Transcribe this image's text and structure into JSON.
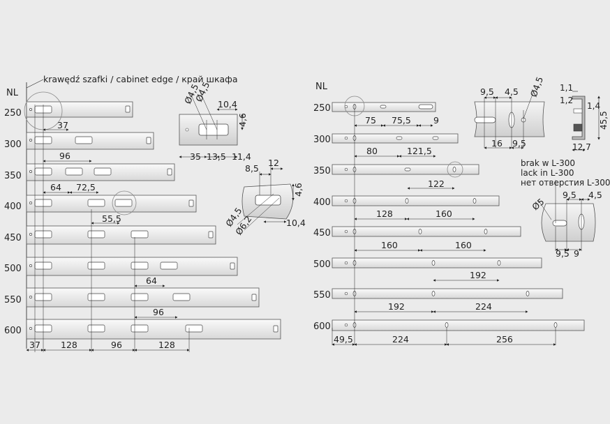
{
  "edge_label": "krawędź szafki / cabinet edge / край шкафа",
  "left": {
    "nl_header": "NL",
    "lengths": [
      "250",
      "300",
      "350",
      "400",
      "450",
      "500",
      "550",
      "600"
    ],
    "dims": {
      "d37_top": "37",
      "d96_300": "96",
      "d64_350": "64",
      "d72_5": "72,5",
      "d55_5": "55,5",
      "d64_500": "64",
      "d96_550": "96",
      "b37": "37",
      "b128": "128",
      "b96": "96",
      "b128b": "128"
    }
  },
  "right": {
    "nl_header": "NL",
    "lengths": [
      "250",
      "300",
      "350",
      "400",
      "450",
      "500",
      "550",
      "600"
    ],
    "dims": {
      "d75": "75",
      "d75_5": "75,5",
      "d9": "9",
      "d80": "80",
      "d121_5": "121,5",
      "d122": "122",
      "d128": "128",
      "d160a": "160",
      "d160b": "160",
      "d160c": "160",
      "d192_500": "192",
      "d192_550": "192",
      "d224_550": "224",
      "d49_5": "49,5",
      "d224_600": "224",
      "d256": "256"
    },
    "note": [
      "brak w L-300",
      "lack in L-300",
      "нет отверстия L-300"
    ]
  },
  "detailA": {
    "d4_5a": "Ø4,5",
    "d4_5b": "Ø4,5",
    "d10_4": "10,4",
    "d4_6": "4,6",
    "d35": "35",
    "d13_5": "13,5",
    "d11_4": "11,4"
  },
  "detailB": {
    "d8_5": "8,5",
    "d12": "12",
    "d4_6": "4,6",
    "d4_5": "Ø4,5",
    "d6_2": "Ø6,2",
    "d10_4": "10,4"
  },
  "detailC": {
    "d9_5": "9,5",
    "d4_5": "4,5",
    "d4_5r": "Ø4,5",
    "d16": "16",
    "d9_5b": "9,5"
  },
  "detailD": {
    "d1_1": "1,1",
    "d1_2": "1,2",
    "d1_4": "1,4",
    "d45_5": "45,5",
    "d12_7": "12,7"
  },
  "detailE": {
    "d9_5": "9,5",
    "d4_5": "4,5",
    "d5": "Ø5",
    "d9_5b": "9,5",
    "d9": "9"
  }
}
